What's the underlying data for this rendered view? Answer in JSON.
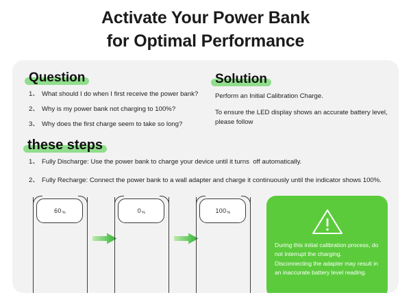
{
  "title": {
    "line1": "Activate Your Power Bank",
    "line2": "for Optimal Performance"
  },
  "question": {
    "heading": "Question",
    "items": [
      {
        "num": "1、",
        "text": "What should I do when I first receive the power bank?"
      },
      {
        "num": "2、",
        "text": "Why is my power bank not charging to 100%?"
      },
      {
        "num": "3、",
        "text": "Why does the first charge seem to take so long?"
      }
    ]
  },
  "solution": {
    "heading": "Solution",
    "paragraphs": [
      "Perform an Initial Calibration Charge.",
      "To ensure the LED display shows an accurate battery level, please follow"
    ]
  },
  "steps": {
    "heading": "these steps",
    "items": [
      {
        "num": "1、",
        "text": "Fully Discharge: Use the power bank to charge your device until it turns  off automatically."
      },
      {
        "num": "2、",
        "text": "Fully Recharge: Connect the power bank to a wall adapter and charge it continuously until the indicator shows 100%."
      }
    ]
  },
  "illustration": {
    "banks": [
      {
        "value": "60",
        "unit": "%"
      },
      {
        "value": "0",
        "unit": "%"
      },
      {
        "value": "100",
        "unit": "%"
      }
    ],
    "arrow_icon": "arrow-right-icon"
  },
  "warning": {
    "icon": "warning-triangle-icon",
    "text": "During this initial calibration process, do not interrupt the charging. Disconnecting the adapter may result in an inaccurate battery level reading."
  },
  "colors": {
    "accent_green": "#5bcb3c",
    "highlight_green": "#90dd8c",
    "card_bg": "#f2f2f2",
    "page_bg": "#ffffff",
    "text": "#1c1c1c"
  }
}
